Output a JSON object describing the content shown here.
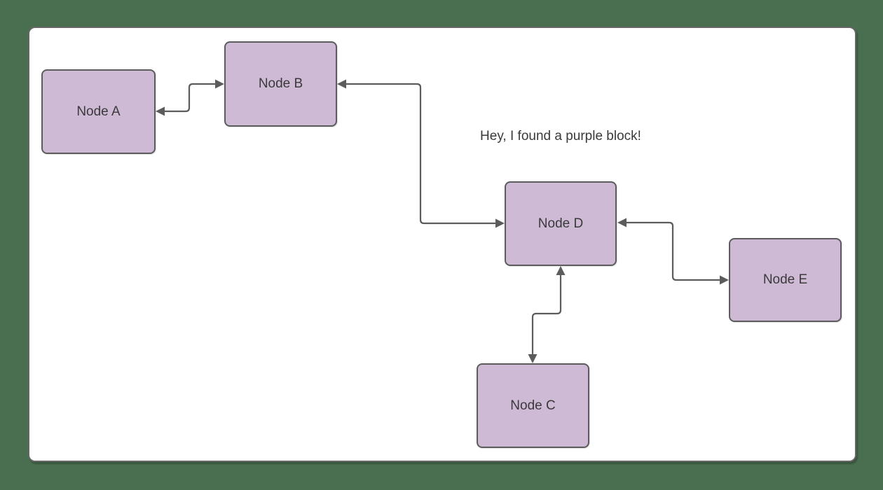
{
  "diagram": {
    "colors": {
      "background_color": "#4a6f50",
      "canvas_color": "#ffffff",
      "canvas_border": "#666666",
      "node_fill": "#cfbad5",
      "node_border": "#5c5c5c",
      "connector_color": "#5c5c5c",
      "text_color": "#3a3a3a"
    },
    "nodes": [
      {
        "id": "A",
        "label": "Node A"
      },
      {
        "id": "B",
        "label": "Node B"
      },
      {
        "id": "C",
        "label": "Node C"
      },
      {
        "id": "D",
        "label": "Node D"
      },
      {
        "id": "E",
        "label": "Node E"
      }
    ],
    "annotation": "Hey, I found a purple block!",
    "connectors": [
      {
        "from": "Node A",
        "to": "Node B",
        "bidirectional": true
      },
      {
        "from": "Node B",
        "to": "Node D",
        "bidirectional": true
      },
      {
        "from": "Node D",
        "to": "Node E",
        "bidirectional": true
      },
      {
        "from": "Node D",
        "to": "Node C",
        "bidirectional": true
      }
    ]
  }
}
